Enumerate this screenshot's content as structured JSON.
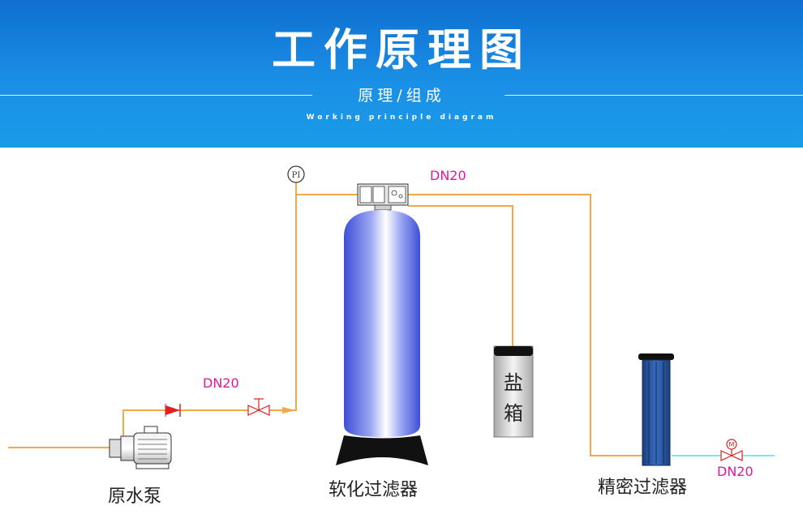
{
  "header": {
    "title": "工作原理图",
    "subtitle": "原理/组成",
    "subtitle_en": "Working principle diagram"
  },
  "diagram": {
    "pipe_size_label_top": "DN20",
    "pipe_size_label_mid": "DN20",
    "pipe_size_label_outlet": "DN20",
    "pressure_gauge_label": "PI",
    "salt_tank_label": [
      "盐",
      "箱"
    ],
    "equipment_labels": {
      "pump": "原水泵",
      "softener": "软化过滤器",
      "precision_filter": "精密过滤器"
    }
  },
  "colors": {
    "header_blue": "#1a8fe6",
    "pipe_orange": "#f5a84a",
    "dn_label_magenta": "#e0189a",
    "valve_red": "#e02020",
    "tank_blue": "#4f64e0",
    "filter_blue": "#2f5ea8",
    "outlet_cyan": "#7fe6f0"
  }
}
